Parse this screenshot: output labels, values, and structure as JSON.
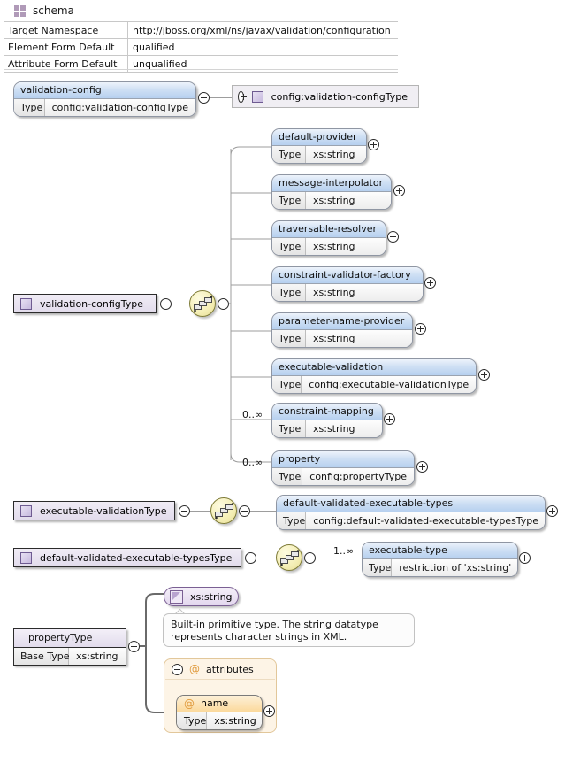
{
  "schema": {
    "icon": "schema-grid-icon",
    "title": "schema",
    "properties": [
      {
        "key": "Target Namespace",
        "value": "http://jboss.org/xml/ns/javax/validation/configuration"
      },
      {
        "key": "Element Form Default",
        "value": "qualified"
      },
      {
        "key": "Attribute Form Default",
        "value": "unqualified"
      }
    ]
  },
  "diagram": {
    "root_element": {
      "name": "validation-config",
      "type_label": "Type",
      "type_value": "config:validation-configType",
      "toggle": "minus"
    },
    "root_reference": {
      "toggle": "plus",
      "icon": "complex-type-square-icon",
      "label": "config:validation-configType"
    },
    "validation_config_type": {
      "icon": "complex-type-square-icon",
      "label": "validation-configType",
      "left_toggle": "minus",
      "compositor": "sequence",
      "right_toggle": "minus",
      "children": [
        {
          "name": "default-provider",
          "type_label": "Type",
          "type_value": "xs:string",
          "cardinality": "",
          "toggle": "plus"
        },
        {
          "name": "message-interpolator",
          "type_label": "Type",
          "type_value": "xs:string",
          "cardinality": "",
          "toggle": "plus"
        },
        {
          "name": "traversable-resolver",
          "type_label": "Type",
          "type_value": "xs:string",
          "cardinality": "",
          "toggle": "plus"
        },
        {
          "name": "constraint-validator-factory",
          "type_label": "Type",
          "type_value": "xs:string",
          "cardinality": "",
          "toggle": "plus"
        },
        {
          "name": "parameter-name-provider",
          "type_label": "Type",
          "type_value": "xs:string",
          "cardinality": "",
          "toggle": "plus"
        },
        {
          "name": "executable-validation",
          "type_label": "Type",
          "type_value": "config:executable-validationType",
          "cardinality": "",
          "toggle": "plus"
        },
        {
          "name": "constraint-mapping",
          "type_label": "Type",
          "type_value": "xs:string",
          "cardinality": "0..∞",
          "toggle": "plus"
        },
        {
          "name": "property",
          "type_label": "Type",
          "type_value": "config:propertyType",
          "cardinality": "0..∞",
          "toggle": "plus"
        }
      ]
    },
    "executable_validation_type": {
      "icon": "complex-type-square-icon",
      "label": "executable-validationType",
      "left_toggle": "minus",
      "compositor": "sequence",
      "right_toggle": "minus",
      "child": {
        "name": "default-validated-executable-types",
        "type_label": "Type",
        "type_value": "config:default-validated-executable-typesType",
        "cardinality": "",
        "toggle": "plus"
      }
    },
    "default_validated_executable_types_type": {
      "icon": "complex-type-square-icon",
      "label": "default-validated-executable-typesType",
      "left_toggle": "minus",
      "compositor": "sequence",
      "right_toggle": "minus",
      "child": {
        "name": "executable-type",
        "type_label": "Type",
        "type_value": "restriction of 'xs:string'",
        "cardinality": "1..∞",
        "toggle": "plus"
      }
    },
    "property_type": {
      "icon": "complex-type-square-icon",
      "label": "propertyType",
      "base_label": "Base Type",
      "base_value": "xs:string",
      "left_toggle": "minus",
      "simple_type": {
        "icon": "simple-type-icon",
        "label": "xs:string"
      },
      "documentation": "Built-in primitive type. The string datatype represents character strings in XML.",
      "attributes_group": {
        "toggle": "minus",
        "at_symbol": "@",
        "label": "attributes",
        "attribute": {
          "at_symbol": "@",
          "name": "name",
          "type_label": "Type",
          "type_value": "xs:string",
          "toggle": "plus"
        }
      }
    }
  },
  "colors": {
    "element_header_blue": "#b6d0ef",
    "type_purple": "#e2dcec",
    "compositor_yellow": "#f4eeb4",
    "attribute_orange": "#fbd99c",
    "attribute_panel": "#fdf4e6",
    "connector_gray": "#9d9d9d",
    "schema_icon_purple": "#b09ab8"
  }
}
